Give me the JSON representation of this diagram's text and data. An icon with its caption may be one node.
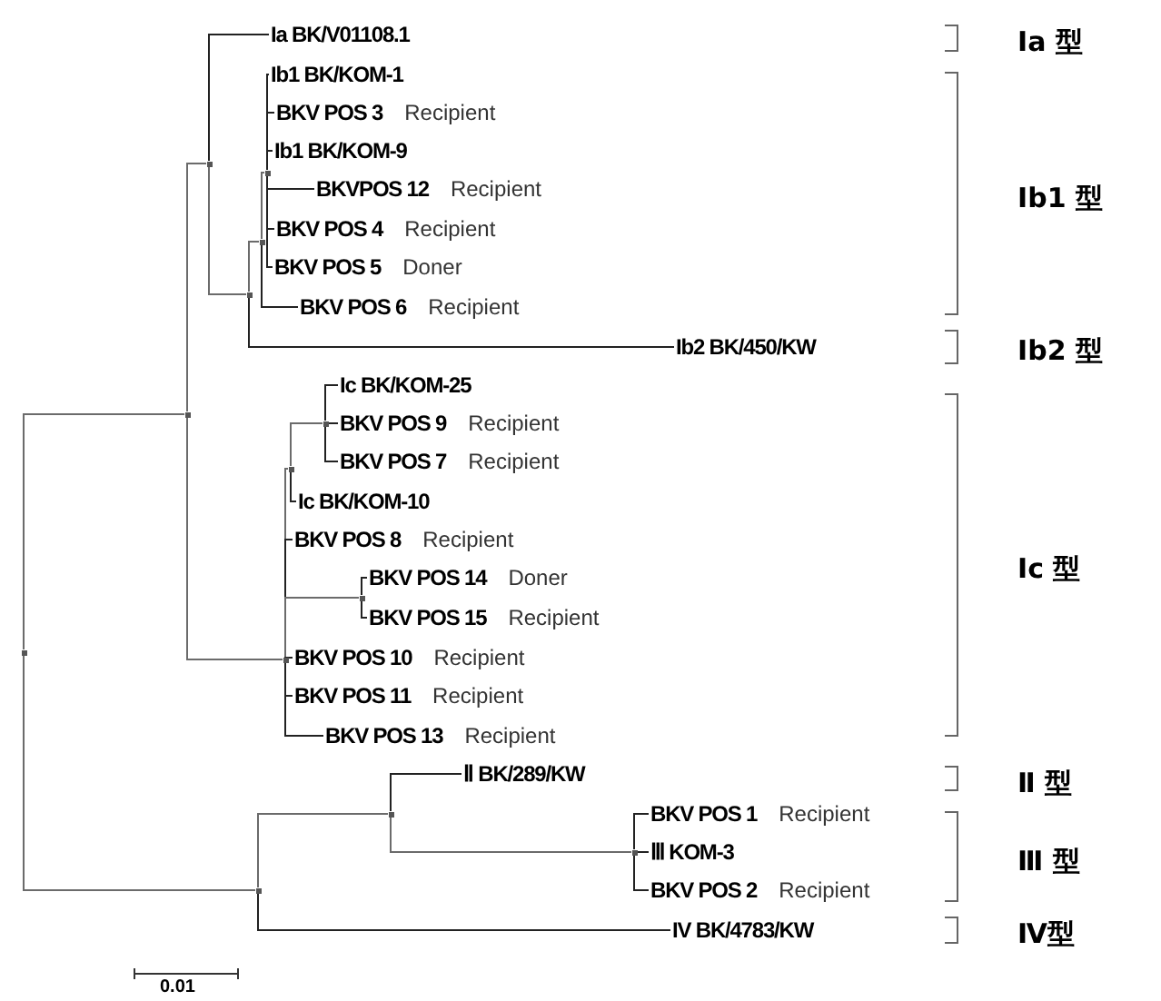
{
  "diagram": {
    "nodes": [
      {
        "text": [
          "Ia BK/V01108.1"
        ]
      },
      {
        "text": [
          "Ib1 BK/KOM-1"
        ]
      },
      {
        "text": [
          "BKV POS 3"
        ],
        "beside": [
          "Recipient"
        ]
      },
      {
        "text": [
          "Ib1 BK/KOM-9"
        ]
      },
      {
        "text": [
          "BKVPOS 12"
        ],
        "beside": [
          "Recipient"
        ]
      },
      {
        "text": [
          "BKV POS 4"
        ],
        "beside": [
          "Recipient"
        ]
      },
      {
        "text": [
          "BKV POS 5"
        ],
        "beside": [
          "Doner"
        ]
      },
      {
        "text": [
          "BKV POS 6"
        ],
        "beside": [
          "Recipient"
        ]
      },
      {
        "text": [
          "Ib2 BK/450/KW"
        ]
      },
      {
        "text": [
          "Ic BK/KOM-25"
        ]
      },
      {
        "text": [
          "BKV POS 9"
        ],
        "beside": [
          "Recipient"
        ]
      },
      {
        "text": [
          "BKV POS 7"
        ],
        "beside": [
          "Recipient"
        ]
      },
      {
        "text": [
          "Ic BK/KOM-10"
        ]
      },
      {
        "text": [
          "BKV POS 8"
        ],
        "beside": [
          "Recipient"
        ]
      },
      {
        "text": [
          "BKV POS 14"
        ],
        "beside": [
          "Doner"
        ]
      },
      {
        "text": [
          "BKV POS 15"
        ],
        "beside": [
          "Recipient"
        ]
      },
      {
        "text": [
          "BKV POS 10"
        ],
        "beside": [
          "Recipient"
        ]
      },
      {
        "text": [
          "BKV POS 11"
        ],
        "beside": [
          "Recipient"
        ]
      },
      {
        "text": [
          "BKV POS 13"
        ],
        "beside": [
          "Recipient"
        ]
      },
      {
        "text": [
          "Ⅱ BK/289/KW"
        ]
      },
      {
        "text": [
          "BKV POS 1"
        ],
        "beside": [
          "Recipient"
        ]
      },
      {
        "text": [
          "Ⅲ KOM-3"
        ]
      },
      {
        "text": [
          "BKV POS 2"
        ],
        "beside": [
          "Recipient"
        ]
      },
      {
        "text": [
          "IV BK/4783/KW"
        ]
      },
      {
        "text": [],
        "shape": "point"
      },
      {
        "text": [],
        "shape": "point"
      },
      {
        "text": [],
        "shape": "point"
      },
      {
        "text": [],
        "shape": "point"
      },
      {
        "text": [],
        "shape": "point"
      },
      {
        "text": [],
        "shape": "point"
      },
      {
        "text": [],
        "shape": "point"
      },
      {
        "text": [],
        "shape": "point"
      },
      {
        "text": [],
        "shape": "point"
      },
      {
        "text": [],
        "shape": "point"
      },
      {
        "text": [],
        "shape": "point"
      },
      {
        "text": [],
        "shape": "point"
      },
      {
        "text": [],
        "shape": "point"
      }
    ],
    "edges": [
      {
        "from": 24,
        "to": 25,
        "arrow": "none"
      },
      {
        "from": 24,
        "to": 34,
        "arrow": "none"
      },
      {
        "from": 25,
        "to": 26,
        "arrow": "none"
      },
      {
        "from": 25,
        "to": 30,
        "arrow": "none"
      },
      {
        "from": 26,
        "to": 0,
        "arrow": "none"
      },
      {
        "from": 26,
        "to": 27,
        "arrow": "none"
      },
      {
        "from": 27,
        "to": 28,
        "arrow": "none"
      },
      {
        "from": 27,
        "to": 8,
        "arrow": "none"
      },
      {
        "from": 28,
        "to": 29,
        "arrow": "none"
      },
      {
        "from": 28,
        "to": 7,
        "arrow": "none"
      },
      {
        "from": 29,
        "to": 1,
        "arrow": "none"
      },
      {
        "from": 29,
        "to": 2,
        "arrow": "none"
      },
      {
        "from": 29,
        "to": 3,
        "arrow": "none"
      },
      {
        "from": 29,
        "to": 4,
        "arrow": "none"
      },
      {
        "from": 29,
        "to": 5,
        "arrow": "none"
      },
      {
        "from": 29,
        "to": 6,
        "arrow": "none"
      },
      {
        "from": 30,
        "to": 31,
        "arrow": "none"
      },
      {
        "from": 30,
        "to": 13,
        "arrow": "none"
      },
      {
        "from": 30,
        "to": 33,
        "arrow": "none"
      },
      {
        "from": 30,
        "to": 16,
        "arrow": "none"
      },
      {
        "from": 30,
        "to": 17,
        "arrow": "none"
      },
      {
        "from": 30,
        "to": 18,
        "arrow": "none"
      },
      {
        "from": 31,
        "to": 32,
        "arrow": "none"
      },
      {
        "from": 31,
        "to": 12,
        "arrow": "none"
      },
      {
        "from": 32,
        "to": 9,
        "arrow": "none"
      },
      {
        "from": 32,
        "to": 10,
        "arrow": "none"
      },
      {
        "from": 32,
        "to": 11,
        "arrow": "none"
      },
      {
        "from": 33,
        "to": 14,
        "arrow": "none"
      },
      {
        "from": 33,
        "to": 15,
        "arrow": "none"
      },
      {
        "from": 34,
        "to": 35,
        "arrow": "none"
      },
      {
        "from": 34,
        "to": 23,
        "arrow": "none"
      },
      {
        "from": 35,
        "to": 19,
        "arrow": "none"
      },
      {
        "from": 35,
        "to": 36,
        "arrow": "none"
      },
      {
        "from": 36,
        "to": 20,
        "arrow": "none"
      },
      {
        "from": 36,
        "to": 21,
        "arrow": "none"
      },
      {
        "from": 36,
        "to": 22,
        "arrow": "none"
      }
    ],
    "labels": [
      "Ⅰa 型",
      "Ⅰb1 型",
      "Ⅰb2 型",
      "Ⅰc 型",
      "Ⅱ 型",
      "Ⅲ 型",
      "Ⅳ型",
      "0.01"
    ]
  }
}
